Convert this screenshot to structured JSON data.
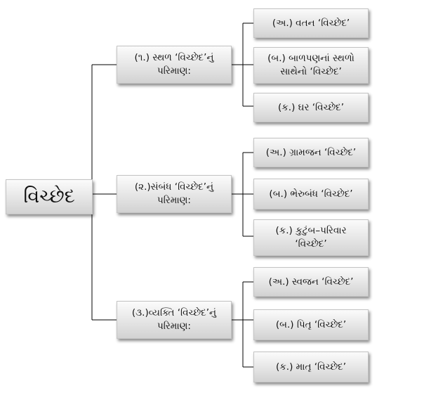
{
  "root": {
    "label": "વિચ્છેદ"
  },
  "branches": [
    {
      "label": "(૧.) સ્થળ ‘વિચ્છેદ’નું\nપરિમાણ:",
      "children": [
        "(અ.) વતન ‘વિચ્છેદ’",
        "(બ.) બાળપણનાં સ્થળો\nસાથેનો ‘વિચ્છેદ’",
        "(ક.) ઘર ‘વિચ્છેદ’"
      ]
    },
    {
      "label": "(૨.)સંબંધ ‘વિચ્છેદ’નું\nપરિમાણ:",
      "children": [
        "(અ.) ગ્રામજન ‘વિચ્છેદ’",
        "(બ.) ભેરુબંધ ‘વિચ્છેદ’",
        "(ક.) કુટુંબ–પરિવાર\n‘વિચ્છેદ’"
      ]
    },
    {
      "label": "(૩.)વ્યક્તિ ‘વિચ્છેદ’નું\nપરિમાણ:",
      "children": [
        "(અ.) સ્વજન ‘વિચ્છેદ’",
        "(બ.) પિતૃ ‘વિચ્છેદ’",
        "(ક.) માતૃ ‘વિચ્છેદ’"
      ]
    }
  ]
}
